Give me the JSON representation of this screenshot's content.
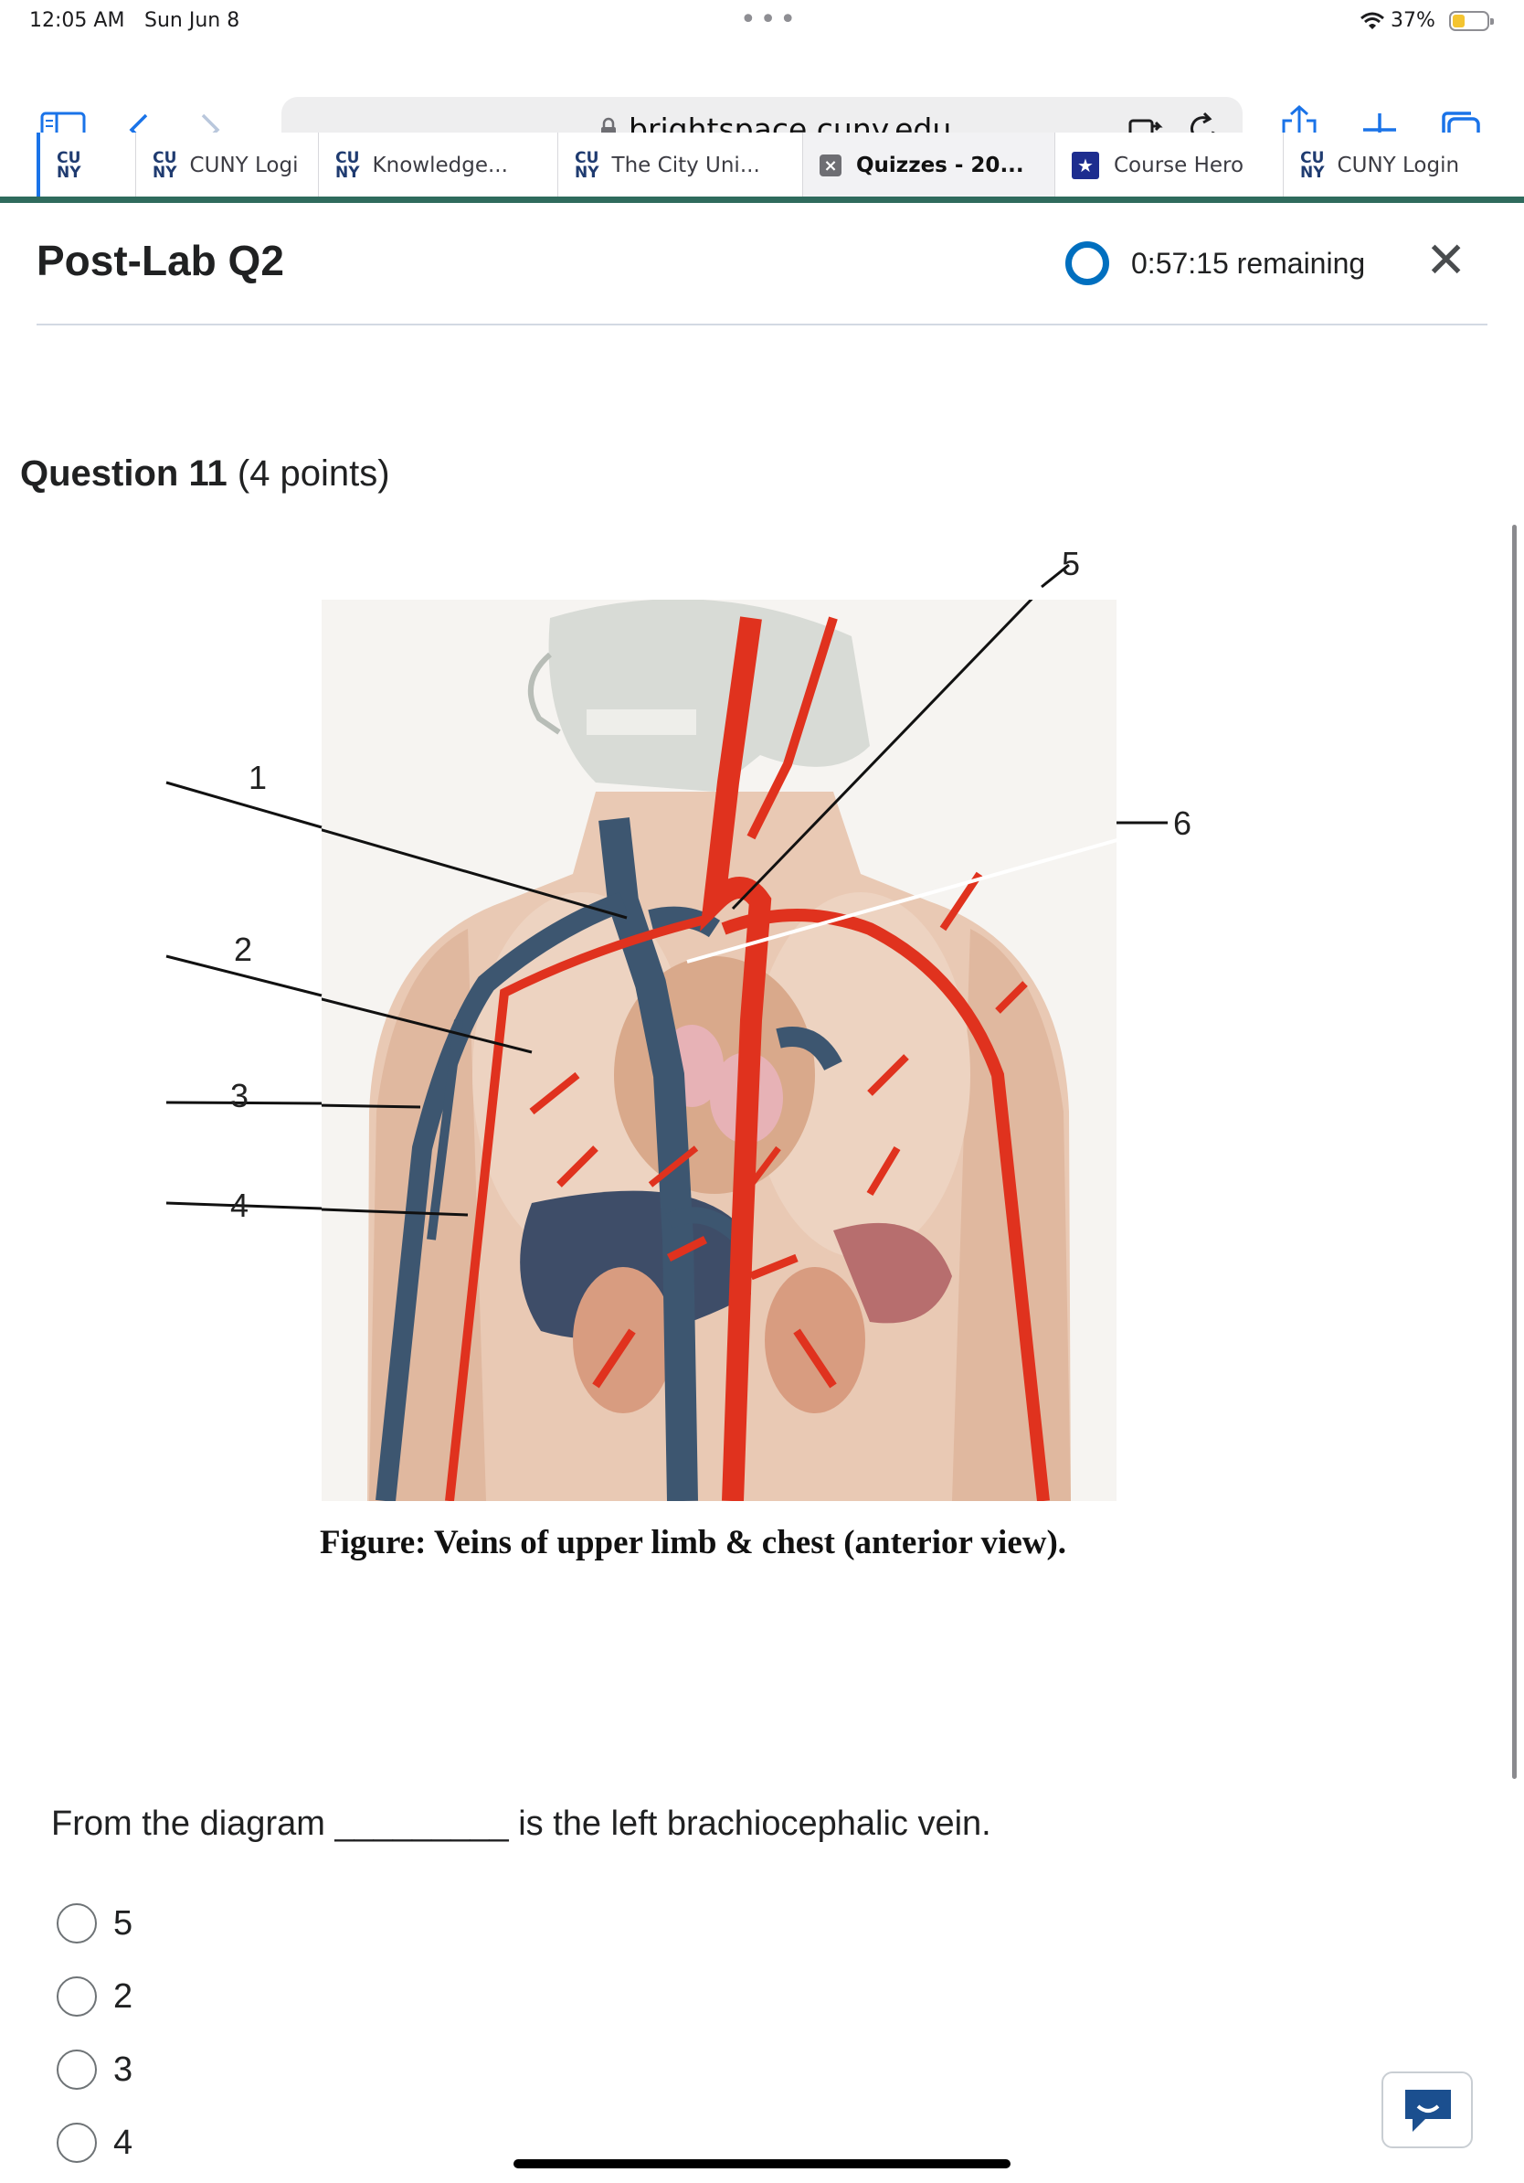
{
  "status_bar": {
    "time": "12:05 AM",
    "date": "Sun Jun 8",
    "battery_pct_label": "37%",
    "battery_level": 0.37,
    "icons": [
      "wifi-icon",
      "battery-icon"
    ]
  },
  "browser": {
    "url": "brightspace.cuny.edu",
    "toolbar_icons": [
      "sidebar-icon",
      "back-icon",
      "forward-icon",
      "tab-overview-icon",
      "lock-icon",
      "extension-icon",
      "reload-icon",
      "share-icon",
      "new-tab-icon",
      "tabs-icon"
    ],
    "tabs": [
      {
        "label": "",
        "icon": "cuny-icon"
      },
      {
        "label": "CUNY Logi",
        "icon": "cuny-icon"
      },
      {
        "label": "Knowledge...",
        "icon": "cuny-icon"
      },
      {
        "label": "The City Uni...",
        "icon": "cuny-icon"
      },
      {
        "label": "Quizzes - 20...",
        "icon": "close-tab-icon",
        "active": true
      },
      {
        "label": "Course Hero",
        "icon": "star-icon"
      },
      {
        "label": "CUNY Login",
        "icon": "cuny-icon"
      }
    ],
    "cuny_logo_top": "CU",
    "cuny_logo_bottom": "NY"
  },
  "quiz": {
    "title": "Post-Lab Q2",
    "timer": "0:57:15 remaining"
  },
  "question": {
    "heading": "Question 11",
    "points": "(4 points)",
    "figure_caption": "Figure: Veins of upper limb & chest (anterior view).",
    "figure_labels": [
      "1",
      "2",
      "3",
      "4",
      "5",
      "6"
    ],
    "prompt_before": "From the diagram ",
    "blank": "_________",
    "prompt_after": " is the left brachiocephalic vein.",
    "options": [
      "5",
      "2",
      "3",
      "4"
    ]
  },
  "colors": {
    "accent": "#006fbf",
    "safari_blue": "#1a73e8",
    "tab_divider": "#2f6b5d",
    "artery": "#e0321e",
    "vein": "#3d5670"
  }
}
